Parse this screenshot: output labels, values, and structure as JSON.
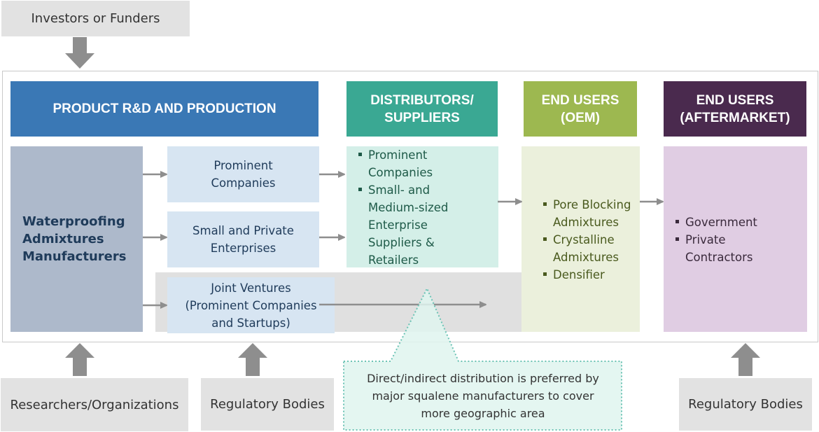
{
  "top": {
    "investors": "Investors or Funders"
  },
  "headers": {
    "product": "PRODUCT R&D AND PRODUCTION",
    "distributors_line1": "DISTRIBUTORS/",
    "distributors_line2": "SUPPLIERS",
    "oem_line1": "END USERS",
    "oem_line2": "(OEM)",
    "aftermarket_line1": "END USERS",
    "aftermarket_line2": "(AFTERMARKET)"
  },
  "manufacturers": {
    "line1": "Waterproofing",
    "line2": "Admixtures",
    "line3": "Manufacturers"
  },
  "producers": [
    {
      "line1": "Prominent",
      "line2": "Companies"
    },
    {
      "line1": "Small and Private",
      "line2": "Enterprises"
    },
    {
      "line1": "Joint Ventures",
      "line2": "(Prominent Companies",
      "line3": "and Startups)"
    }
  ],
  "distributors": {
    "items": [
      [
        "Prominent",
        "Companies"
      ],
      [
        "Small- and",
        "Medium-sized",
        "Enterprise",
        "Suppliers &",
        "Retailers"
      ]
    ]
  },
  "oem": {
    "items": [
      [
        "Pore Blocking",
        "Admixtures"
      ],
      [
        "Crystalline",
        "Admixtures"
      ],
      [
        "Densifier"
      ]
    ]
  },
  "aftermarket": {
    "items": [
      [
        "Government"
      ],
      [
        "Private",
        "Contractors"
      ]
    ]
  },
  "bottom": {
    "researchers": "Researchers/Organizations",
    "regulatory_left": "Regulatory Bodies",
    "regulatory_right": "Regulatory Bodies"
  },
  "callout": {
    "line1": "Direct/indirect distribution is preferred by",
    "line2": "major squalene manufacturers to cover",
    "line3": "more geographic area"
  },
  "colors": {
    "product_header": "#3a78b5",
    "distributors_header": "#3aa893",
    "oem_header": "#9db850",
    "aftermarket_header": "#4a2a4e",
    "manufacturer_fill": "#adb9cb",
    "producer_fill": "#d7e5f2",
    "distributor_fill": "#d4efe8",
    "oem_fill": "#ebf0dc",
    "aftermarket_fill": "#e0cde3",
    "arrow": "#8e8e8e",
    "callout_border": "#6cc3b5"
  }
}
